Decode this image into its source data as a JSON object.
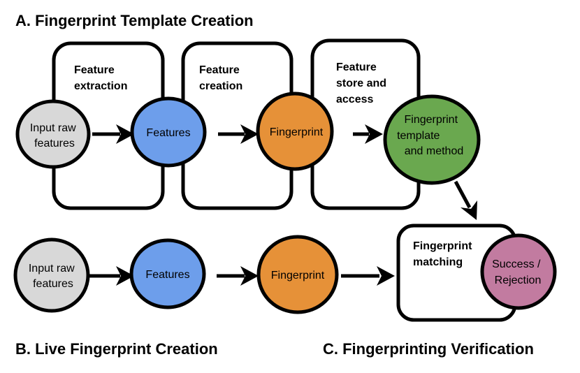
{
  "titles": {
    "a": "A.  Fingerprint Template Creation",
    "b": "B.  Live Fingerprint Creation",
    "c": "C.  Fingerprinting Verification"
  },
  "boxes": {
    "extraction": [
      "Feature",
      "extraction"
    ],
    "creation": [
      "Feature",
      "creation"
    ],
    "store": [
      "Feature",
      "store and",
      "access"
    ],
    "matching": [
      "Fingerprint",
      "matching"
    ]
  },
  "nodes": {
    "template_input": [
      "Input raw",
      "features"
    ],
    "template_features": [
      "Features"
    ],
    "template_fingerprint": [
      "Fingerprint"
    ],
    "template_method": [
      "Fingerprint",
      "template",
      "and  method"
    ],
    "live_input": [
      "Input raw",
      "features"
    ],
    "live_features": [
      "Features"
    ],
    "live_fingerprint": [
      "Fingerprint"
    ],
    "result": [
      "Success /",
      "Rejection"
    ]
  },
  "colors": {
    "input": "#d8d8d8",
    "features": "#6d9eeb",
    "fingerprint": "#e69138",
    "method": "#6aa84f",
    "result": "#c27ba0"
  }
}
